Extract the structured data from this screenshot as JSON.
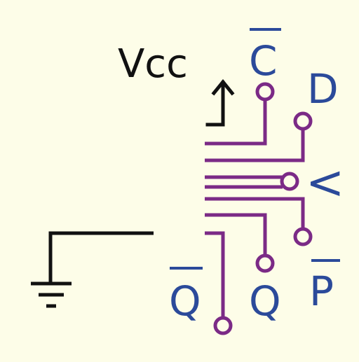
{
  "diagram": {
    "background": "#fdfde8",
    "colors": {
      "wire_purple": "#7b2a86",
      "label_blue": "#2b4a9a",
      "power_black": "#111111"
    },
    "labels": {
      "vcc": "Vcc",
      "c_bar": "C",
      "d": "D",
      "clock": "<",
      "p_bar": "P",
      "q": "Q",
      "q_bar": "Q"
    },
    "icons": {
      "vcc": "power-arrow",
      "ground": "ground-symbol"
    }
  }
}
